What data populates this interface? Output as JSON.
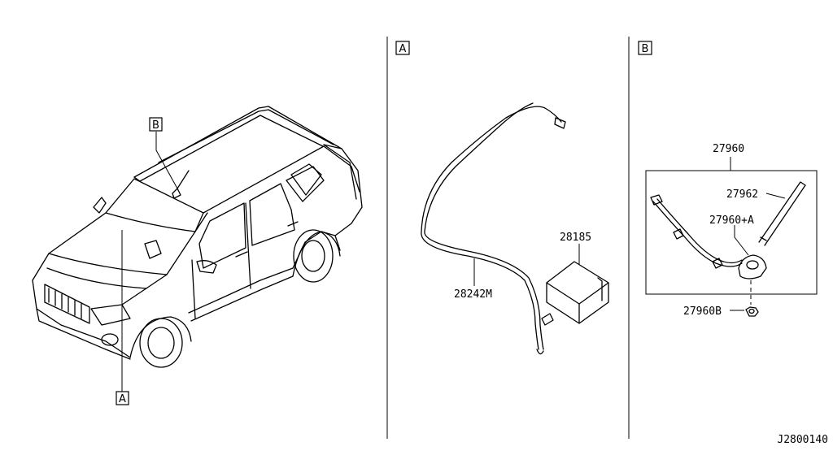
{
  "callouts": {
    "car_b": "B",
    "car_a": "A",
    "panel_a": "A",
    "panel_b": "B"
  },
  "parts": {
    "p28185": "28185",
    "p28242m": "28242M",
    "p27960": "27960",
    "p27962": "27962",
    "p27960a": "27960+A",
    "p27960b": "27960B"
  },
  "diagram_code": "J2800140"
}
